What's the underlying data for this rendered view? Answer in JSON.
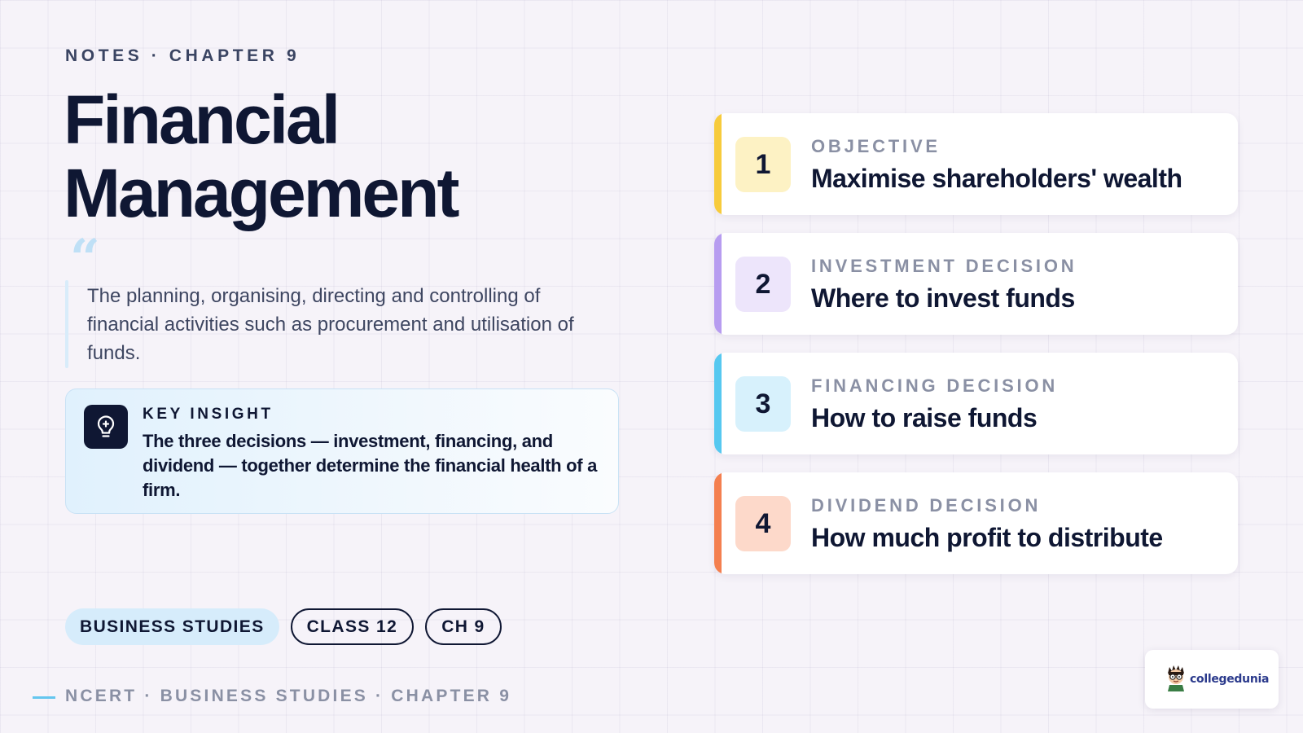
{
  "header": {
    "eyebrow": "NOTES · CHAPTER 9",
    "title_line1": "Financial",
    "title_line2": "Management"
  },
  "definition": {
    "quote_mark": "“",
    "text": "The planning, organising, directing and controlling of financial activities such as procurement and utilisation of funds."
  },
  "insight": {
    "icon": "lightbulb-icon",
    "label": "KEY INSIGHT",
    "text": "The three decisions — investment, financing, and dividend — together determine the financial health of a firm."
  },
  "cards": [
    {
      "number": "1",
      "label": "OBJECTIVE",
      "text": "Maximise shareholders' wealth",
      "accent": "#f7cb3c",
      "num_bg": "#fdf2c4"
    },
    {
      "number": "2",
      "label": "INVESTMENT DECISION",
      "text": "Where to invest funds",
      "accent": "#b79cf0",
      "num_bg": "#ede5fb"
    },
    {
      "number": "3",
      "label": "FINANCING DECISION",
      "text": "How to raise funds",
      "accent": "#56c8f0",
      "num_bg": "#d7f1fc"
    },
    {
      "number": "4",
      "label": "DIVIDEND DECISION",
      "text": "How much profit to distribute",
      "accent": "#f47f4f",
      "num_bg": "#fdd9ca"
    }
  ],
  "tags": {
    "subject": "BUSINESS STUDIES",
    "class": "CLASS 12",
    "chapter": "CH 9"
  },
  "footer": {
    "text": "NCERT · BUSINESS STUDIES · CHAPTER 9"
  },
  "brand": {
    "icon": "mascot-icon",
    "name": "collegedunia"
  },
  "colors": {
    "navy": "#0f1733",
    "accent_blue": "#64c6ef"
  }
}
